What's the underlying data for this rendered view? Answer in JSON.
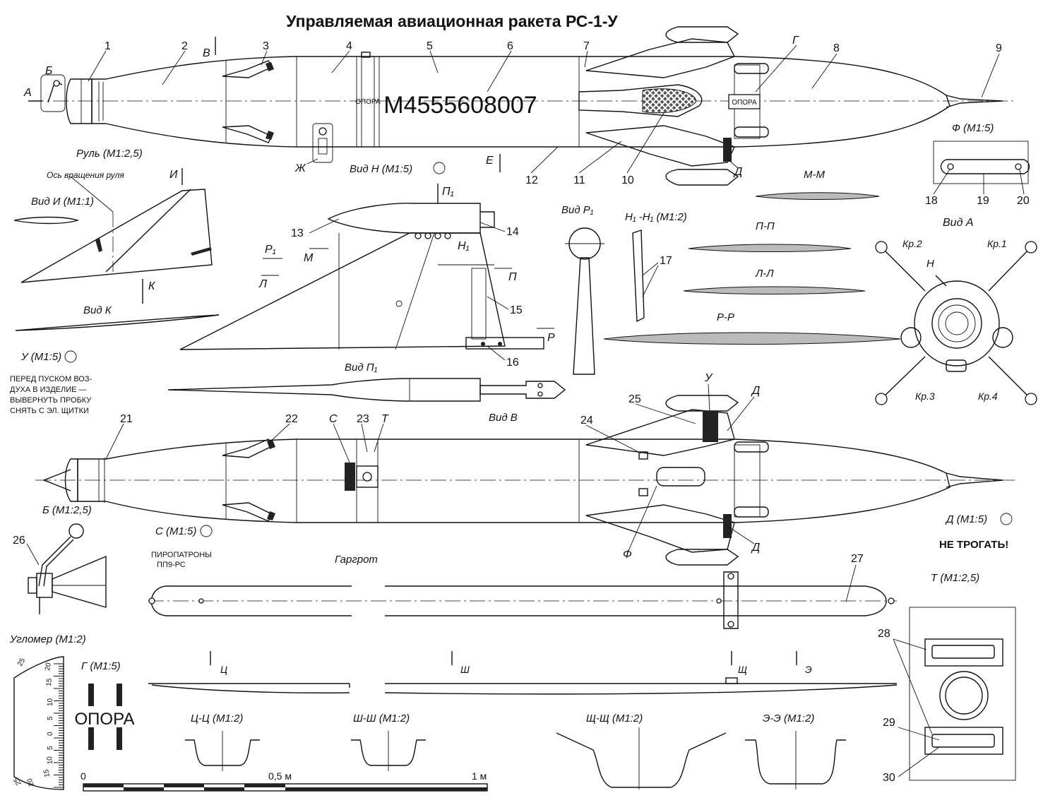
{
  "title": "Управляемая авиационная ракета РС-1-У",
  "serial": "M4555608007",
  "opora": "ОПОРА",
  "part_numbers": [
    "1",
    "2",
    "3",
    "4",
    "5",
    "6",
    "7",
    "8",
    "9",
    "10",
    "11",
    "12",
    "13",
    "14",
    "15",
    "16",
    "17",
    "18",
    "19",
    "20",
    "21",
    "22",
    "23",
    "24",
    "25",
    "26",
    "27",
    "28",
    "29",
    "30"
  ],
  "view_letters": {
    "A": "А",
    "B": "Б",
    "V": "В",
    "G": "Г",
    "D": "Д",
    "E": "Е",
    "Zh": "Ж",
    "I": "И",
    "K": "К",
    "N": "Н",
    "N1": "Н₁",
    "P1": "П₁",
    "R1": "Р₁",
    "M": "М",
    "L": "Л",
    "P": "П",
    "R": "Р",
    "S": "С",
    "T": "Т",
    "U": "У",
    "F": "Ф",
    "Ts": "Ц",
    "Sh": "Ш",
    "Shch": "Щ",
    "E2": "Э"
  },
  "labels": {
    "rul": "Руль (М1:2,5)",
    "os_vrashcheniya": "Ось вращения руля",
    "vid_I": "Вид И (М1:1)",
    "vid_K": "Вид К",
    "vid_N": "Вид Н (М1:5)",
    "vid_R1": "Вид Р₁",
    "N1N1": "Н₁ -Н₁ (М1:2)",
    "MM": "М-М",
    "PP": "П-П",
    "LL": "Л-Л",
    "RR": "Р-Р",
    "F_scale": "Ф (М1:5)",
    "vid_A": "Вид А",
    "U_scale": "У (М1:5)",
    "warning_lines": [
      "ПЕРЕД ПУСКОМ ВОЗ-",
      "ДУХА В ИЗДЕЛИЕ —",
      "ВЫВЕРНУТЬ ПРОБКУ",
      "СНЯТЬ С ЭЛ. ЩИТКИ"
    ],
    "vid_P1": "Вид П₁",
    "vid_V": "Вид В",
    "B_scale": "Б (М1:2,5)",
    "S_scale": "С (М1:5)",
    "piropatrony": [
      "ПИРОПАТРОНЫ",
      "ПП9-РС"
    ],
    "gargrot": "Гаргрот",
    "D_scale": "Д (М1:5)",
    "ne_trogat": "НЕ ТРОГАТЬ!",
    "T_scale": "Т (М1:2,5)",
    "uglomer": "Угломер (М1:2)",
    "G_scale": "Г (М1:5)",
    "TsTs": "Ц-Ц (М1:2)",
    "ShSh": "Ш-Ш (М1:2)",
    "ShchShch": "Щ-Щ (М1:2)",
    "EE": "Э-Э (М1:2)",
    "kr1": "Кр.1",
    "kr2": "Кр.2",
    "kr3": "Кр.3",
    "kr4": "Кр.4"
  },
  "scale_bar": [
    "0",
    "0,5 м",
    "1 м"
  ],
  "protractor_ticks": [
    "25",
    "20",
    "15",
    "10",
    "5",
    "0",
    "5",
    "10",
    "15",
    "20",
    "25"
  ]
}
